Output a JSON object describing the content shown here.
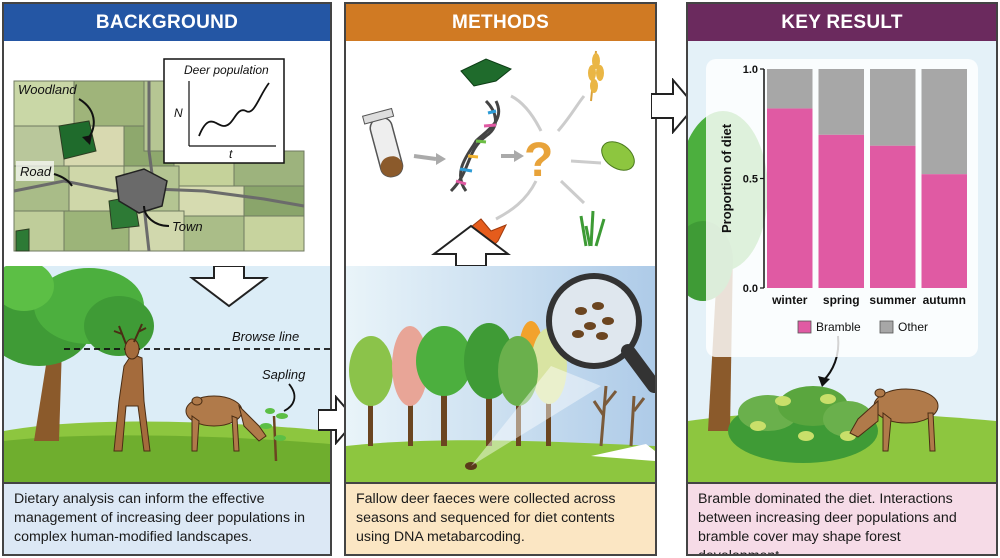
{
  "panels": {
    "background": {
      "title": "BACKGROUND",
      "header_color": "#2456a4",
      "caption": "Dietary analysis can inform the effective management of increasing deer populations in complex human-modified landscapes.",
      "caption_bg": "#dce8f5",
      "map_labels": {
        "woodland": "Woodland",
        "road": "Road",
        "town": "Town"
      },
      "inset": {
        "title": "Deer population",
        "y_label": "N",
        "x_label": "t"
      },
      "scene_labels": {
        "browse_line": "Browse line",
        "sapling": "Sapling"
      }
    },
    "methods": {
      "title": "METHODS",
      "header_color": "#d07a23",
      "caption": "Fallow deer faeces were collected across seasons and sequenced for diet contents using DNA metabarcoding.",
      "caption_bg": "#fbe6c3",
      "question_mark": "?"
    },
    "key_result": {
      "title": "KEY RESULT",
      "header_color": "#6b2a5e",
      "caption": "Bramble dominated the diet. Interactions between increasing deer populations and bramble cover may shape forest development.",
      "caption_bg": "#f6dbe7"
    }
  },
  "chart_data": {
    "type": "bar",
    "stacked": true,
    "categories": [
      "winter",
      "spring",
      "summer",
      "autumn"
    ],
    "series": [
      {
        "name": "Bramble",
        "values": [
          0.82,
          0.7,
          0.65,
          0.52
        ],
        "color": "#e05aa3"
      },
      {
        "name": "Other",
        "values": [
          0.18,
          0.3,
          0.35,
          0.48
        ],
        "color": "#a7a7a7"
      }
    ],
    "ylabel": "Proportion of diet",
    "ylim": [
      0,
      1
    ],
    "yticks": [
      "0.0",
      "0.5",
      "1.0"
    ],
    "legend": [
      "Bramble",
      "Other"
    ],
    "legend_position": "bottom"
  }
}
